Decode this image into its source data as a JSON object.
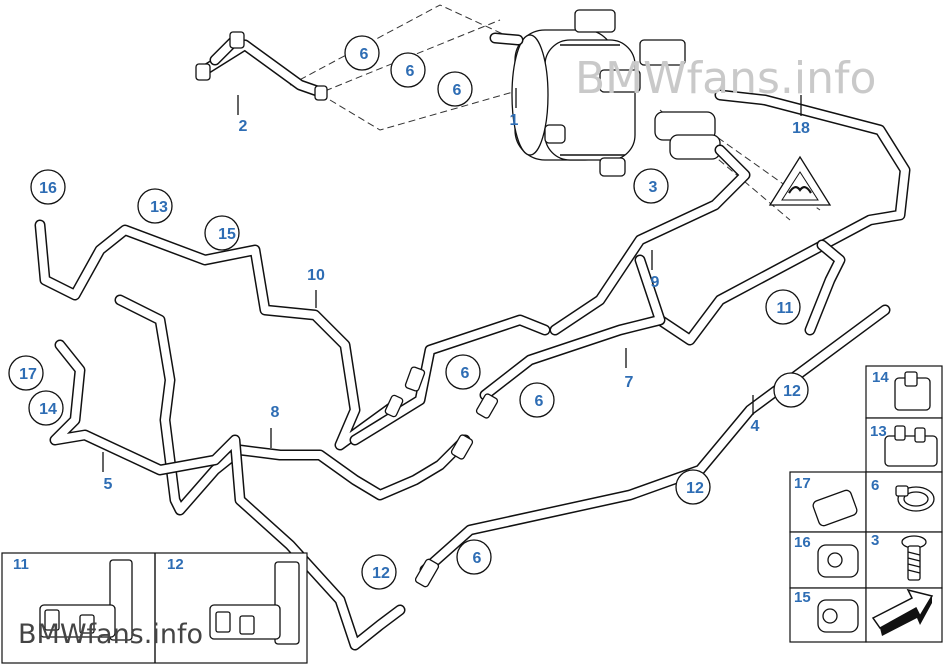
{
  "watermarks": {
    "top": "BMWfans.info",
    "bottom": "BMWfans.info"
  },
  "callouts": {
    "c1": "1",
    "c2": "2",
    "c3": "3",
    "c4": "4",
    "c5": "5",
    "c6a": "6",
    "c6b": "6",
    "c6c": "6",
    "c6d": "6",
    "c6e": "6",
    "c6f": "6",
    "c7": "7",
    "c8": "8",
    "c9": "9",
    "c10": "10",
    "c11": "11",
    "c12a": "12",
    "c12b": "12",
    "c12c": "12",
    "c13": "13",
    "c14": "14",
    "c15": "15",
    "c16": "16",
    "c17": "17",
    "c18": "18"
  },
  "detail_left": {
    "box11": "11",
    "box12": "12"
  },
  "detail_right": {
    "r14": "14",
    "r13": "13",
    "r17": "17",
    "r6": "6",
    "r16": "16",
    "r3": "3",
    "r15": "15"
  }
}
